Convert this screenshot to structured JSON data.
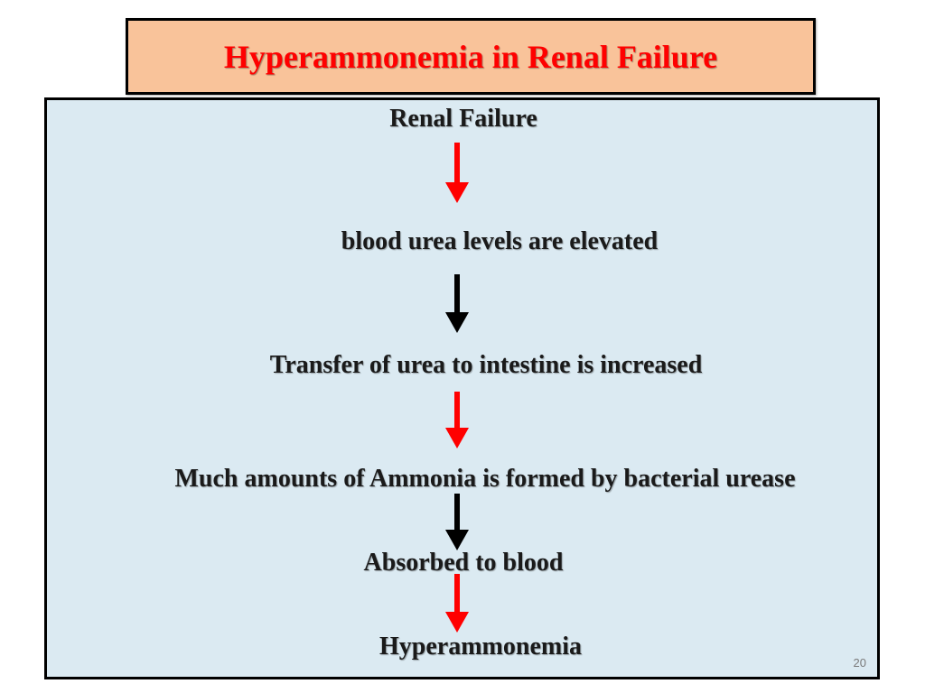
{
  "title": "Hyperammonemia in Renal Failure",
  "steps": [
    "Renal Failure",
    "blood urea levels are elevated",
    "Transfer of urea to intestine is increased",
    "Much amounts of Ammonia is formed by bacterial urease",
    "Absorbed to blood",
    "Hyperammonemia"
  ],
  "arrows": [
    {
      "color": "#ff0000",
      "icon": "down-arrow-icon"
    },
    {
      "color": "#000000",
      "icon": "down-arrow-icon"
    },
    {
      "color": "#ff0000",
      "icon": "down-arrow-icon"
    },
    {
      "color": "#000000",
      "icon": "down-arrow-icon"
    },
    {
      "color": "#ff0000",
      "icon": "down-arrow-icon"
    }
  ],
  "page_number": "20",
  "colors": {
    "title_background": "#f9c39a",
    "title_text": "#ff0000",
    "content_background": "#dbeaf2",
    "step_text": "#1a1a1a"
  }
}
